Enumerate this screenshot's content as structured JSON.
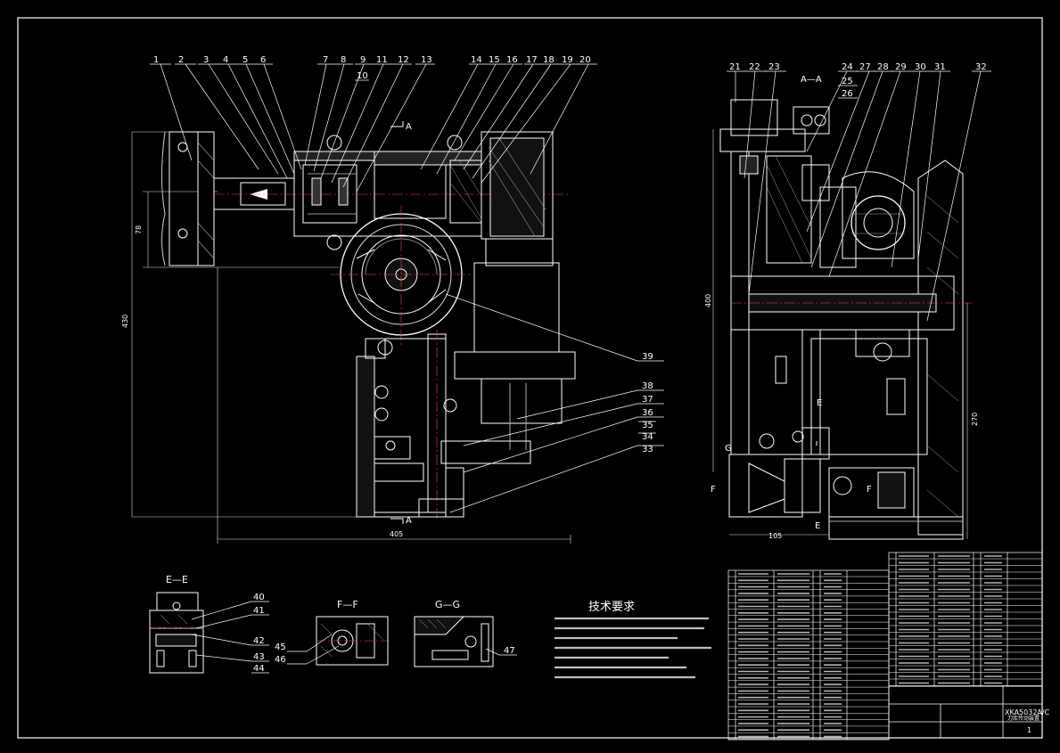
{
  "drawing": {
    "section_labels": {
      "aa": "A—A",
      "ee": "E—E",
      "ff": "F—F",
      "gg": "G—G",
      "a_mark": "A",
      "e_mark": "E",
      "f_mark": "F",
      "g_mark": "G"
    },
    "dimensions": {
      "d78": "78",
      "d430": "430",
      "d405": "405",
      "d400": "400",
      "d270": "270",
      "d105": "105"
    },
    "balloons_top": [
      "1",
      "2",
      "3",
      "4",
      "5",
      "6",
      "7",
      "8",
      "9",
      "11",
      "12",
      "13",
      "14",
      "15",
      "16",
      "17",
      "18",
      "19",
      "20"
    ],
    "balloon_10": "10",
    "balloons_right": [
      "21",
      "22",
      "23",
      "24",
      "25",
      "26",
      "27",
      "28",
      "29",
      "30",
      "31",
      "32"
    ],
    "balloons_side": [
      "39",
      "38",
      "37",
      "36",
      "35",
      "34",
      "33"
    ],
    "balloons_details": {
      "e40": "40",
      "e41": "41",
      "e42": "42",
      "e43": "43",
      "e44": "44",
      "f45": "45",
      "f46": "46",
      "g47": "47"
    },
    "tech_title": "技术要求",
    "title_block": {
      "model": "XKA5032A/C",
      "name": "刀库传动装置",
      "sheet_no": "1"
    }
  }
}
